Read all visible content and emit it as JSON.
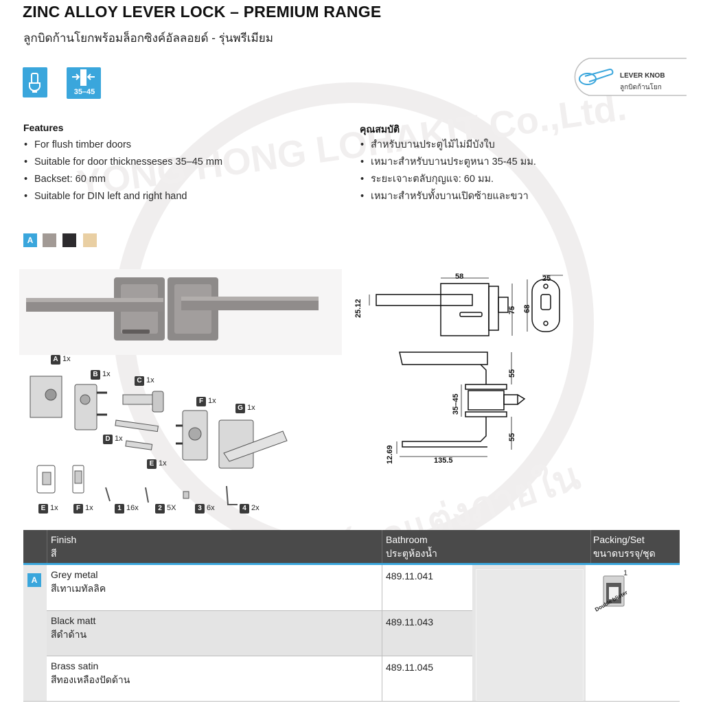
{
  "header": {
    "title": "ZINC ALLOY LEVER LOCK – PREMIUM RANGE",
    "subtitle": "ลูกบิดก้านโยกพร้อมล็อกซิงค์อัลลอยด์ - รุ่นพรีเมียม"
  },
  "pictograms": {
    "door_thickness_label": "35–45"
  },
  "badge": {
    "title": "LEVER KNOB",
    "subtitle": "ลูกบิดก้านโยก"
  },
  "features_en": {
    "heading": "Features",
    "items": [
      "For flush timber doors",
      "Suitable for door thicknesseses 35–45 mm",
      "Backset: 60 mm",
      "Suitable for DIN left and right hand"
    ]
  },
  "features_th": {
    "heading": "คุณสมบัติ",
    "items": [
      "สำหรับบานประตูไม้ไม่มีบังใบ",
      "เหมาะสำหรับบานประตูหนา 35-45 มม.",
      "ระยะเจาะตลับกุญแจ: 60 มม.",
      "เหมาะสำหรับทั้งบานเปิดซ้ายและขวา"
    ]
  },
  "swatches": {
    "label": "A",
    "colors": [
      "#a29a95",
      "#2d2b2e",
      "#e9cfa3"
    ]
  },
  "parts": [
    {
      "label": "A",
      "qty": "1x"
    },
    {
      "label": "B",
      "qty": "1x"
    },
    {
      "label": "C",
      "qty": "1x"
    },
    {
      "label": "D",
      "qty": "1x"
    },
    {
      "label": "E",
      "qty": "1x"
    },
    {
      "label": "F",
      "qty": "1x"
    },
    {
      "label": "G",
      "qty": "1x"
    },
    {
      "label": "E",
      "qty": "1x"
    },
    {
      "label": "F",
      "qty": "1x"
    },
    {
      "label": "1",
      "qty": "16x"
    },
    {
      "label": "2",
      "qty": "5X"
    },
    {
      "label": "3",
      "qty": "6x"
    },
    {
      "label": "4",
      "qty": "2x"
    }
  ],
  "dimensions": {
    "width_58": "58",
    "height_25_12": "25.12",
    "height_75": "75",
    "latch_25": "25",
    "latch_68": "68",
    "top_55": "55",
    "thickness": "35–45",
    "bottom_55": "55",
    "lever_12_69": "12.69",
    "length": "135.5"
  },
  "table": {
    "headers": {
      "finish_en": "Finish",
      "finish_th": "สี",
      "bathroom_en": "Bathroom",
      "bathroom_th": "ประตูห้องน้ำ",
      "packing_en": "Packing/Set",
      "packing_th": "ขนาดบรรจุ/ชุด"
    },
    "row_label": "A",
    "rows": [
      {
        "finish_en": "Grey metal",
        "finish_th": "สีเทาเมทัลลิค",
        "code": "489.11.041"
      },
      {
        "finish_en": "Black matt",
        "finish_th": "สีดำด้าน",
        "code": "489.11.043"
      },
      {
        "finish_en": "Brass satin",
        "finish_th": "สีทองเหลืองปัดด้าน",
        "code": "489.11.045"
      }
    ],
    "packing": {
      "qty": "1",
      "type": "Double blister"
    }
  },
  "watermark": {
    "text": "YONG HONG LOHAKIT Co.,Ltd.",
    "text_th": "อุปกรณ์ตกแต่งภายใน"
  },
  "colors": {
    "accent": "#3aa6dc",
    "table_header": "#4a4a4a"
  }
}
